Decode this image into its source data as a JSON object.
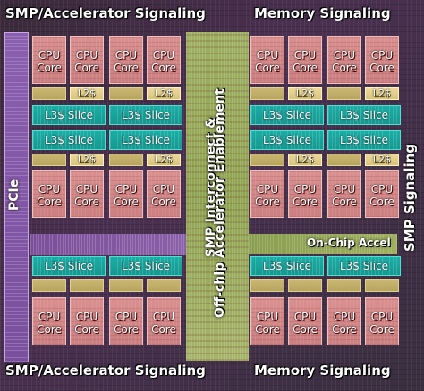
{
  "signals": {
    "top_left": "SMP/Accelerator Signaling",
    "top_right": "Memory Signaling",
    "bottom_left": "SMP/Accelerator Signaling",
    "bottom_right": "Memory Signaling",
    "right_vertical": "SMP Signaling"
  },
  "pcie": "PCIe",
  "center": {
    "line1": "SMP Interconnect &",
    "line2": "Off-chip Accelerator Enablement"
  },
  "onchip_accel": "On-Chip Accel",
  "blocks": {
    "core_line1": "CPU",
    "core_line2": "Core",
    "l3": "L3$ Slice",
    "l2": "L2$"
  },
  "colors": {
    "core": "#d08a88",
    "l3": "#18a39b",
    "l2": "#e4d08c",
    "center": "#9aac5e",
    "pcie": "#8a5fb0"
  }
}
